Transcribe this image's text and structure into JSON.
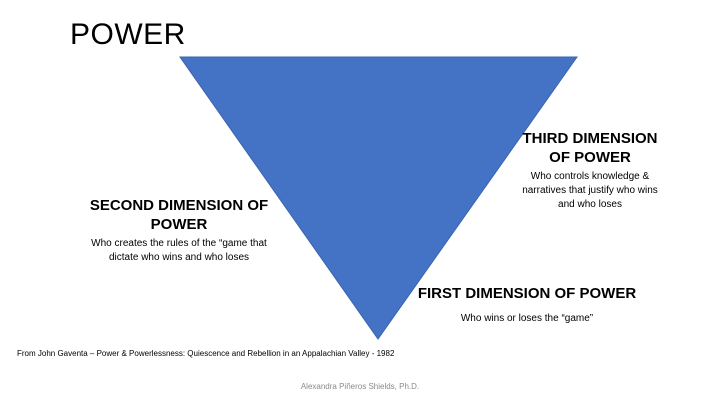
{
  "slide": {
    "title": "POWER",
    "triangle_color": "#4472C4",
    "third": {
      "heading": "THIRD DIMENSION OF POWER",
      "description": "Who controls knowledge & narratives that justify who wins and who loses"
    },
    "second": {
      "heading": "SECOND DIMENSION OF POWER",
      "description": "Who creates the rules of the “game that dictate who wins and who loses"
    },
    "first": {
      "heading": "FIRST DIMENSION OF POWER",
      "description": "Who wins or loses the “game”"
    },
    "source": "From John Gaventa – Power & Powerlessness: Quiescence and Rebellion in an Appalachian Valley - 1982",
    "author": "Alexandra Piñeros Shields, Ph.D."
  }
}
